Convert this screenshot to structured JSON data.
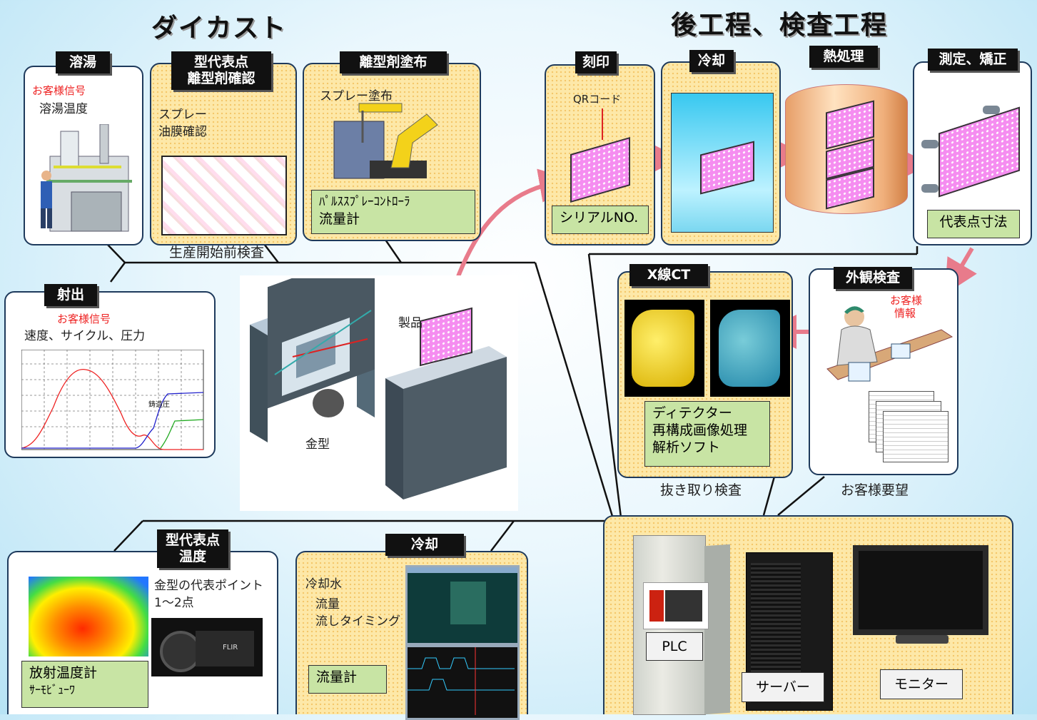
{
  "titles": {
    "die_cast": "ダイカスト",
    "post_process": "後工程、検査工程"
  },
  "colors": {
    "panel_border": "#1e3a5c",
    "tag_bg": "#111111",
    "green_box": "#c8e4a4",
    "product_pink": "#f58df0",
    "arrow": "#e87b8b",
    "customer_signal": "#e22222"
  },
  "melt": {
    "tag": "溶湯",
    "signal": "お客様信号",
    "item": "溶湯温度"
  },
  "spray_check": {
    "tag_line1": "型代表点",
    "tag_line2": "離型剤確認",
    "items": [
      "スプレー",
      "油膜確認"
    ]
  },
  "release_agent": {
    "tag": "離型剤塗布",
    "label": "スプレー塗布",
    "box_line1": "ﾊﾟﾙｽｽﾌﾟﾚｰｺﾝﾄﾛｰﾗ",
    "box_line2": "流量計"
  },
  "pre_check": "生産開始前検査",
  "injection": {
    "tag": "射出",
    "signal": "お客様信号",
    "items": "速度、サイクル、圧力",
    "chart_note": "鋳造圧"
  },
  "mold": {
    "product_label": "製品",
    "mold_label": "金型"
  },
  "mold_temp": {
    "tag_line1": "型代表点",
    "tag_line2": "温度",
    "desc_line1": "金型の代表ポイント",
    "desc_line2": "1～2点",
    "box_line1": "放射温度計",
    "box_line2": "ｻｰﾓﾋﾞｭｰﾜ",
    "camera_brand": "FLIR"
  },
  "cooling_bottom": {
    "tag": "冷却",
    "item1": "冷却水",
    "item2": "流量",
    "item3": "流しタイミング",
    "box": "流量計"
  },
  "stamp": {
    "tag": "刻印",
    "qr": "QRコード",
    "box": "シリアルNO."
  },
  "cooling_top": {
    "tag": "冷却"
  },
  "heat": {
    "tag": "熱処理"
  },
  "measure": {
    "tag": "測定、矯正",
    "box": "代表点寸法"
  },
  "xray": {
    "tag": "X線CT",
    "box_line1": "ディテクター",
    "box_line2": "再構成画像処理",
    "box_line3": "解析ソフト",
    "caption": "抜き取り検査"
  },
  "visual": {
    "tag": "外観検査",
    "signal_line1": "お客様",
    "signal_line2": "情報",
    "caption": "お客様要望"
  },
  "system": {
    "plc": "PLC",
    "server": "サーバー",
    "monitor": "モニター"
  }
}
